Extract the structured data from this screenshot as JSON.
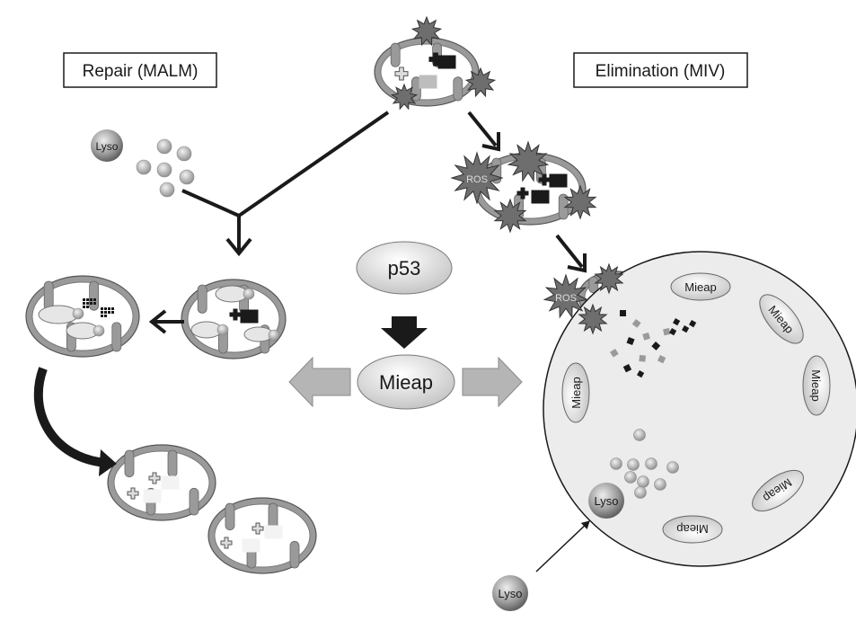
{
  "labels": {
    "repair": "Repair (MALM)",
    "elimination": "Elimination (MIV)",
    "p53": "p53",
    "mieap_center": "Mieap",
    "lyso": "Lyso",
    "ros": "ROS",
    "mieap_vesicle": "Mieap"
  },
  "colors": {
    "membrane": "#9a9a9a",
    "inner": "#ffffff",
    "dark": "#1a1a1a",
    "arrow_gray": "#b0b0b0",
    "vesicle_fill": "#ececec"
  }
}
